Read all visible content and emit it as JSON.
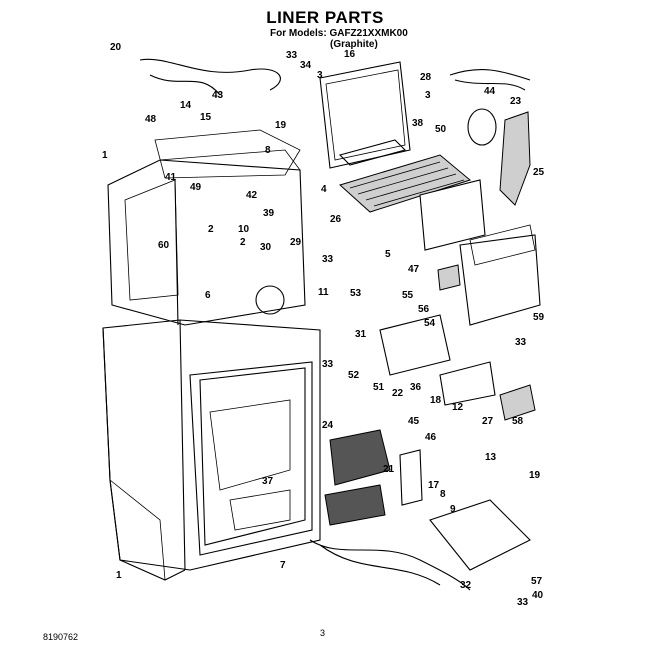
{
  "header": {
    "title": "LINER PARTS",
    "models_line": "For Models: GAFZ21XXMK00",
    "color_line": "(Graphite)"
  },
  "footer": {
    "doc_number": "8190762",
    "page_number": "3"
  },
  "callouts": [
    "20",
    "33",
    "34",
    "16",
    "3",
    "28",
    "14",
    "15",
    "43",
    "3",
    "44",
    "23",
    "48",
    "19",
    "38",
    "50",
    "8",
    "1",
    "41",
    "4",
    "25",
    "49",
    "42",
    "39",
    "26",
    "2",
    "10",
    "60",
    "2",
    "30",
    "29",
    "5",
    "47",
    "33",
    "6",
    "11",
    "55",
    "53",
    "56",
    "54",
    "59",
    "31",
    "33",
    "33",
    "52",
    "51",
    "22",
    "36",
    "18",
    "12",
    "58",
    "27",
    "24",
    "45",
    "46",
    "13",
    "19",
    "21",
    "37",
    "17",
    "8",
    "9",
    "7",
    "32",
    "57",
    "1",
    "33",
    "40"
  ]
}
